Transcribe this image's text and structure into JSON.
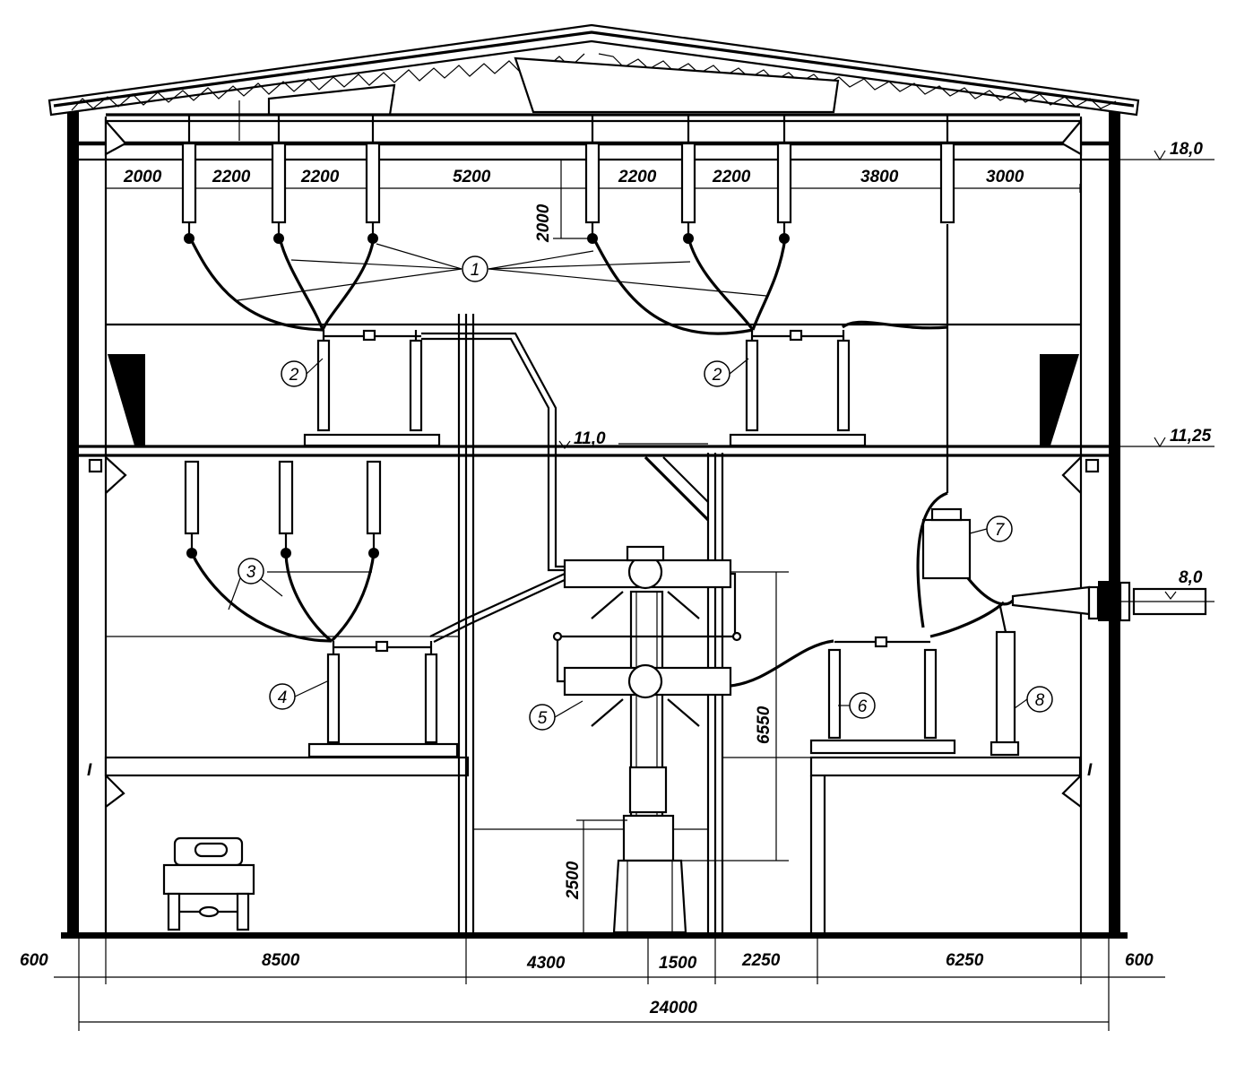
{
  "elevations": {
    "roof_bottom": "18,0",
    "floor_upper_left": "11,0",
    "floor_upper_right": "11,25",
    "outlet": "8,0"
  },
  "top_dimensions": [
    "2000",
    "2200",
    "2200",
    "5200",
    "2200",
    "2200",
    "3800",
    "3000"
  ],
  "vertical_dimensions": {
    "insulator_drop": "2000",
    "breaker_height": "6550",
    "breaker_base": "2500"
  },
  "bottom_dimensions": [
    "600",
    "8500",
    "4300",
    "1500",
    "2250",
    "6250",
    "600"
  ],
  "overall_width": "24000",
  "callouts": [
    "1",
    "2",
    "2",
    "3",
    "4",
    "5",
    "6",
    "7",
    "8"
  ]
}
